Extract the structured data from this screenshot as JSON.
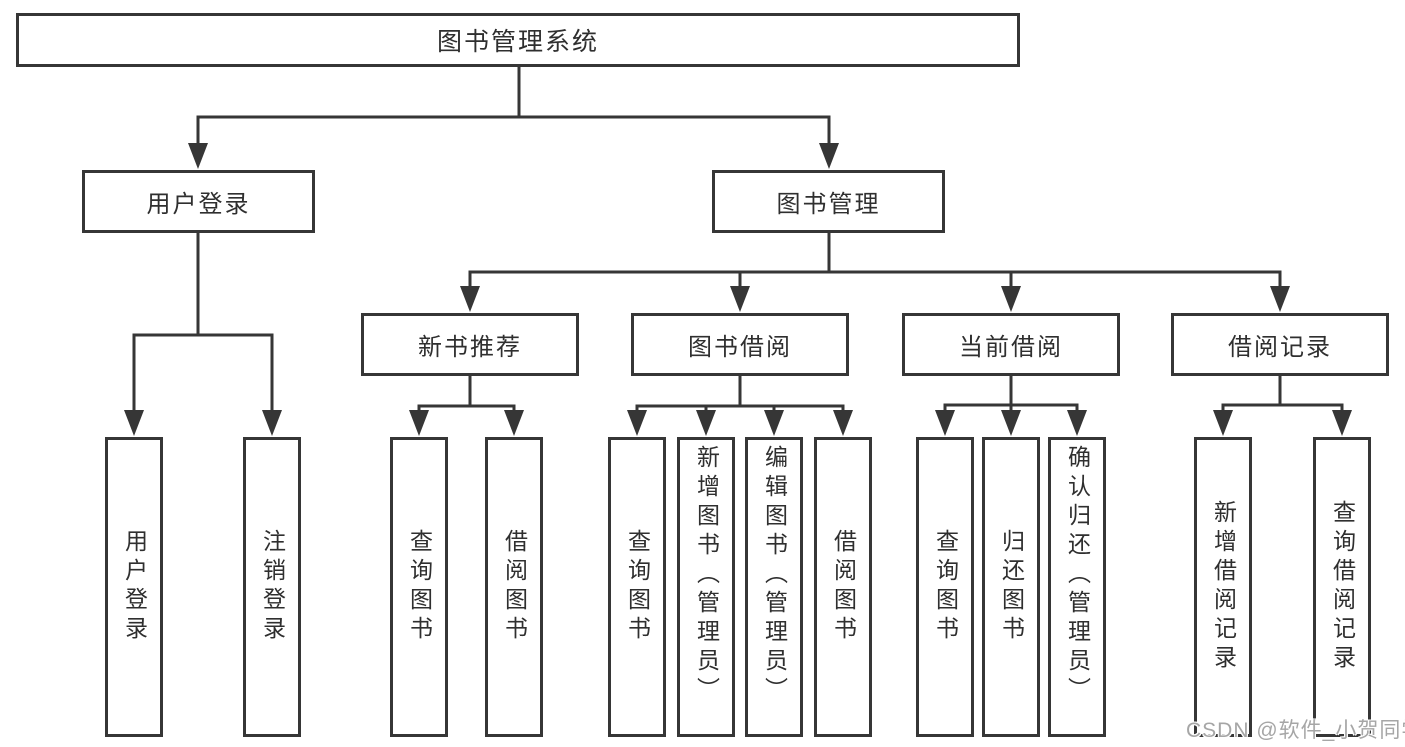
{
  "diagram": {
    "root": {
      "label": "图书管理系统"
    },
    "branches": [
      {
        "label": "用户登录",
        "children": [
          {
            "label": "用户登录"
          },
          {
            "label": "注销登录"
          }
        ]
      },
      {
        "label": "图书管理",
        "children": [
          {
            "label": "新书推荐",
            "children": [
              {
                "label": "查询图书"
              },
              {
                "label": "借阅图书"
              }
            ]
          },
          {
            "label": "图书借阅",
            "children": [
              {
                "label": "查询图书"
              },
              {
                "label": "新增图书（管理员）"
              },
              {
                "label": "编辑图书（管理员）"
              },
              {
                "label": "借阅图书"
              }
            ]
          },
          {
            "label": "当前借阅",
            "children": [
              {
                "label": "查询图书"
              },
              {
                "label": "归还图书"
              },
              {
                "label": "确认归还（管理员）"
              }
            ]
          },
          {
            "label": "借阅记录",
            "children": [
              {
                "label": "新增借阅记录"
              },
              {
                "label": "查询借阅记录"
              }
            ]
          }
        ]
      }
    ]
  },
  "watermark": {
    "text": "CSDN @软件_小贺同学"
  },
  "colors": {
    "line": "#363636",
    "text": "#2f2f2f",
    "background": "#ffffff",
    "watermark": "#a6a6a6"
  }
}
